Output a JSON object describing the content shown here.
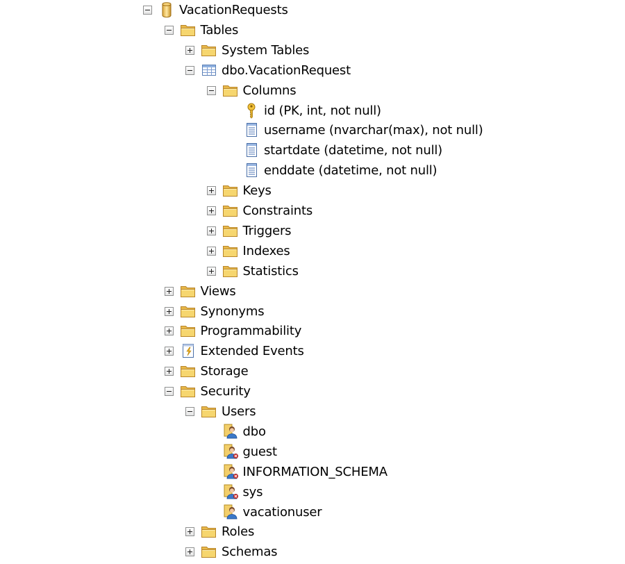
{
  "tree": {
    "nodes": [
      {
        "label": "VacationRequests",
        "icon": "database-icon",
        "expander": "minus",
        "level": 0
      },
      {
        "label": "Tables",
        "icon": "folder-icon",
        "expander": "minus",
        "level": 1
      },
      {
        "label": "System Tables",
        "icon": "folder-icon",
        "expander": "plus",
        "level": 2
      },
      {
        "label": "dbo.VacationRequest",
        "icon": "table-icon",
        "expander": "minus",
        "level": 2
      },
      {
        "label": "Columns",
        "icon": "folder-icon",
        "expander": "minus",
        "level": 3
      },
      {
        "label": "id (PK, int, not null)",
        "icon": "primary-key-icon",
        "expander": "none",
        "level": 4
      },
      {
        "label": "username (nvarchar(max), not null)",
        "icon": "column-icon",
        "expander": "none",
        "level": 4
      },
      {
        "label": "startdate (datetime, not null)",
        "icon": "column-icon",
        "expander": "none",
        "level": 4
      },
      {
        "label": "enddate (datetime, not null)",
        "icon": "column-icon",
        "expander": "none",
        "level": 4
      },
      {
        "label": "Keys",
        "icon": "folder-icon",
        "expander": "plus",
        "level": 3
      },
      {
        "label": "Constraints",
        "icon": "folder-icon",
        "expander": "plus",
        "level": 3
      },
      {
        "label": "Triggers",
        "icon": "folder-icon",
        "expander": "plus",
        "level": 3
      },
      {
        "label": "Indexes",
        "icon": "folder-icon",
        "expander": "plus",
        "level": 3
      },
      {
        "label": "Statistics",
        "icon": "folder-icon",
        "expander": "plus",
        "level": 3
      },
      {
        "label": "Views",
        "icon": "folder-icon",
        "expander": "plus",
        "level": 1
      },
      {
        "label": "Synonyms",
        "icon": "folder-icon",
        "expander": "plus",
        "level": 1
      },
      {
        "label": "Programmability",
        "icon": "folder-icon",
        "expander": "plus",
        "level": 1
      },
      {
        "label": "Extended Events",
        "icon": "extended-events-icon",
        "expander": "plus",
        "level": 1
      },
      {
        "label": "Storage",
        "icon": "folder-icon",
        "expander": "plus",
        "level": 1
      },
      {
        "label": "Security",
        "icon": "folder-icon",
        "expander": "minus",
        "level": 1
      },
      {
        "label": "Users",
        "icon": "folder-icon",
        "expander": "minus",
        "level": 2
      },
      {
        "label": "dbo",
        "icon": "user-icon",
        "expander": "none",
        "level": 3
      },
      {
        "label": "guest",
        "icon": "user-disabled-icon",
        "expander": "none",
        "level": 3
      },
      {
        "label": "INFORMATION_SCHEMA",
        "icon": "user-disabled-icon",
        "expander": "none",
        "level": 3
      },
      {
        "label": "sys",
        "icon": "user-disabled-icon",
        "expander": "none",
        "level": 3
      },
      {
        "label": "vacationuser",
        "icon": "user-icon",
        "expander": "none",
        "level": 3
      },
      {
        "label": "Roles",
        "icon": "folder-icon",
        "expander": "plus",
        "level": 2
      },
      {
        "label": "Schemas",
        "icon": "folder-icon",
        "expander": "plus",
        "level": 2
      }
    ]
  }
}
